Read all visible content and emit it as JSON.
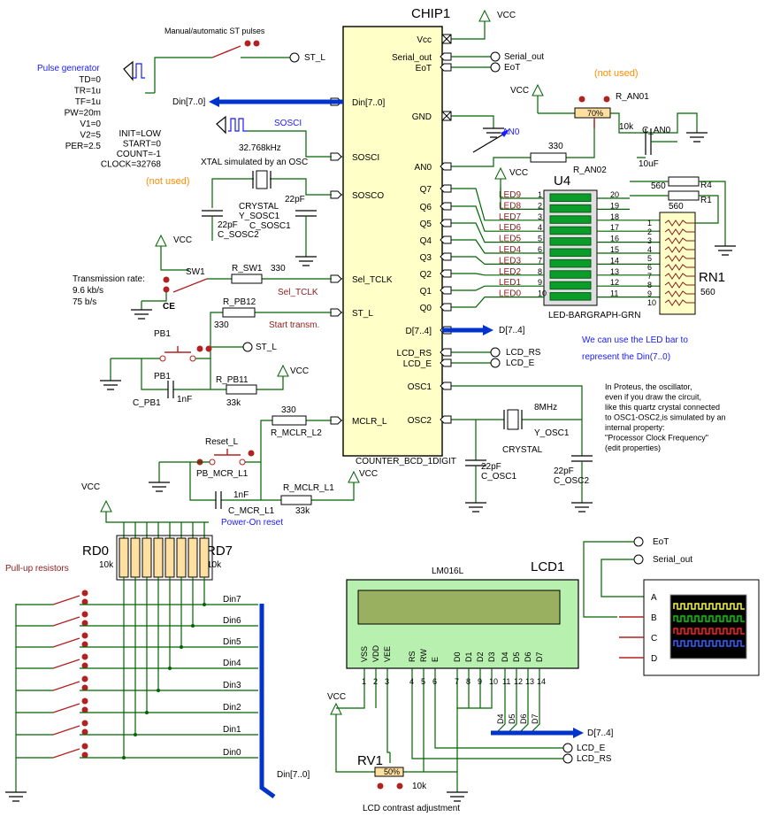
{
  "chip": {
    "title": "CHIP1",
    "part": "COUNTER_BCD_1DIGIT",
    "left_pins": [
      "Din[7..0]",
      "SOSCI",
      "SOSCO",
      "Sel_TCLK",
      "ST_L",
      "MCLR_L"
    ],
    "right_pins": [
      "Vcc",
      "Serial_out",
      "EoT",
      "GND",
      "AN0",
      "Q7",
      "Q6",
      "Q5",
      "Q4",
      "Q3",
      "Q2",
      "Q1",
      "Q0",
      "D[7..4]",
      "LCD_RS",
      "LCD_E",
      "OSC1",
      "OSC2"
    ]
  },
  "labels": {
    "vcc": "VCC",
    "st_switch": "Manual/automatic ST pulses",
    "st_l": "ST_L",
    "serial_out": "Serial_out",
    "eot": "EoT",
    "din_bus": "Din[7..0]",
    "d74": "D[7..4]",
    "lcd_rs": "LCD_RS",
    "lcd_e": "LCD_E",
    "an0": "AN0",
    "not_used_1": "(not used)",
    "not_used_2": "(not used)",
    "led_note_1": "We can use the LED bar to",
    "led_note_2": "represent the Din(7..0)"
  },
  "pulse_gen": {
    "title": "Pulse generator",
    "params": [
      "TD=0",
      "TR=1u",
      "TF=1u",
      "PW=20m",
      "V1=0",
      "V2=5",
      "PER=2.5"
    ]
  },
  "sosci": {
    "label": "SOSCI",
    "params": [
      "INIT=LOW",
      "START=0",
      "COUNT=-1",
      "CLOCK=32768"
    ],
    "xtal_note": "XTAL simulated by an OSC",
    "freq": "32.768kHz",
    "crystal": "CRYSTAL",
    "crystal_ref": "Y_SOSC1",
    "cap1_val": "22pF",
    "cap1_ref": "C_SOSC1",
    "cap2_val": "22pF",
    "cap2_ref": "C_SOSC2"
  },
  "trans": {
    "title": "Transmission rate:",
    "rate1": "9.6 kb/s",
    "rate2": "75 b/s",
    "sw": "SW1",
    "ce": "CE",
    "res_ref": "R_SW1",
    "res_val": "330",
    "net": "Sel_TCLK"
  },
  "start": {
    "res_ref": "R_PB12",
    "res_val": "330",
    "net": "Start  transm.",
    "pb": "PB1",
    "pb2": "PB1",
    "cap_ref": "C_PB1",
    "cap_val": "1nF",
    "res2_ref": "R_PB11",
    "res2_val": "33k",
    "st_l": "ST_L"
  },
  "reset": {
    "res_val": "330",
    "res_ref": "R_MCLR_L2",
    "sw": "Reset_L",
    "pb_ref": "PB_MCR_L1",
    "cap_val": "1nF",
    "cap_ref": "C_MCR_L1",
    "res2_ref": "R_MCLR_L1",
    "res2_val": "33k",
    "note": "Power-On reset",
    "vcc": "VCC"
  },
  "an": {
    "pot_ref": "R_AN01",
    "pot_pct": "70%",
    "pot_val": "10k",
    "res_val": "330",
    "res_ref": "R_AN02",
    "cap_ref": "C_AN0",
    "cap_val": "10uF"
  },
  "ledbar": {
    "ref": "U4",
    "part": "LED-BARGRAPH-GRN",
    "led_nets": [
      "LED9",
      "LED8",
      "LED7",
      "LED6",
      "LED5",
      "LED4",
      "LED3",
      "LED2",
      "LED1",
      "LED0"
    ],
    "left_pins": [
      "1",
      "2",
      "3",
      "4",
      "5",
      "6",
      "7",
      "8",
      "9",
      "10"
    ],
    "right_pins": [
      "20",
      "19",
      "18",
      "17",
      "16",
      "15",
      "14",
      "13",
      "12",
      "11"
    ],
    "r4_val": "560",
    "r4_ref": "R4",
    "r1_val": "560",
    "r1_ref": "R1"
  },
  "rn1": {
    "ref": "RN1",
    "val": "560",
    "pins": [
      "1",
      "2",
      "3",
      "4",
      "5",
      "6",
      "7",
      "8",
      "9",
      "10"
    ]
  },
  "osc": {
    "note": [
      "In Proteus, the oscillator,",
      "even if you draw the circuit,",
      "like this quartz crystal connected",
      "to OSC1-OSC2,is simulated by an",
      "internal property:",
      "\"Processor Clock Frequency\"",
      "(edit properties)"
    ],
    "freq": "8MHz",
    "xtal_ref": "Y_OSC1",
    "crystal": "CRYSTAL",
    "cap1_val": "22pF",
    "cap1_ref": "C_OSC1",
    "cap2_val": "22pF",
    "cap2_ref": "C_OSC2"
  },
  "pullup": {
    "title": "Pull-up resistors",
    "rd0": "RD0",
    "rd7": "RD7",
    "val0": "10k",
    "val7": "10k",
    "din": [
      "Din7",
      "Din6",
      "Din5",
      "Din4",
      "Din3",
      "Din2",
      "Din1",
      "Din0"
    ],
    "bus": "Din[7..0]"
  },
  "lcd": {
    "ref": "LCD1",
    "part": "LM016L",
    "pins": [
      "VSS",
      "VDD",
      "VEE",
      "RS",
      "RW",
      "E",
      "D0",
      "D1",
      "D2",
      "D3",
      "D4",
      "D5",
      "D6",
      "D7"
    ],
    "pin_nums": [
      "1",
      "2",
      "3",
      "4",
      "5",
      "6",
      "7",
      "8",
      "9",
      "10",
      "11",
      "12",
      "13",
      "14"
    ],
    "bus_taps": [
      "D4",
      "D5",
      "D6",
      "D7"
    ],
    "bus": "D[7..4]",
    "e": "LCD_E",
    "rs": "LCD_RS"
  },
  "rv1": {
    "ref": "RV1",
    "pct": "50%",
    "val": "10k",
    "note": "LCD contrast adjustment"
  },
  "scope": {
    "eot": "EoT",
    "serial": "Serial_out",
    "channels": [
      "A",
      "B",
      "C",
      "D"
    ],
    "trace_colors": [
      "#ffff00",
      "#00cc00",
      "#ff2020",
      "#3060ff"
    ]
  }
}
